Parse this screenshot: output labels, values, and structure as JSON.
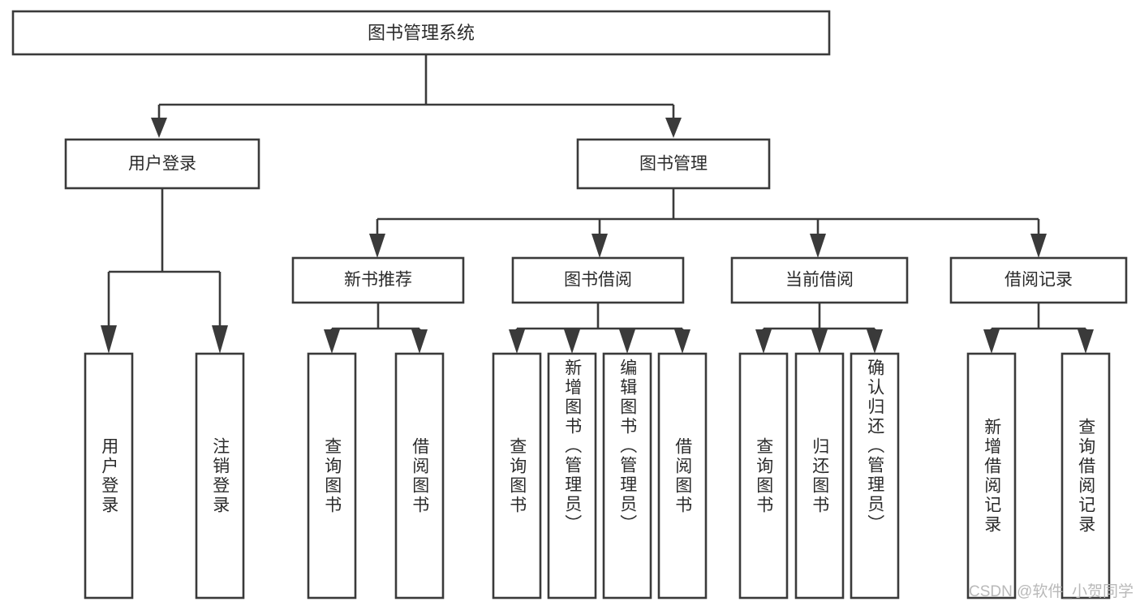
{
  "diagram": {
    "title": "图书管理系统",
    "type": "hierarchy-tree",
    "watermark": "CSDN @软件_小贺同学",
    "colors": {
      "background": "#ffffff",
      "box_fill": "#ffffff",
      "box_stroke": "#3a3a3a",
      "text": "#2b2b2b",
      "watermark": "#b9b9b9"
    },
    "root": {
      "label": "图书管理系统",
      "level": 0
    },
    "level1": [
      {
        "label": "用户登录",
        "level": 1
      },
      {
        "label": "图书管理",
        "level": 1
      }
    ],
    "level2": [
      {
        "label": "新书推荐",
        "level": 2,
        "parent": "图书管理"
      },
      {
        "label": "图书借阅",
        "level": 2,
        "parent": "图书管理"
      },
      {
        "label": "当前借阅",
        "level": 2,
        "parent": "图书管理"
      },
      {
        "label": "借阅记录",
        "level": 2,
        "parent": "图书管理"
      }
    ],
    "leaves": {
      "user_login": [
        {
          "label": "用户登录"
        },
        {
          "label": "注销登录"
        }
      ],
      "new_book_recommend": [
        {
          "label": "查询图书"
        },
        {
          "label": "借阅图书"
        }
      ],
      "book_borrow": [
        {
          "label": "查询图书"
        },
        {
          "label": "新增图书（管理员）"
        },
        {
          "label": "编辑图书（管理员）"
        },
        {
          "label": "借阅图书"
        }
      ],
      "current_borrow": [
        {
          "label": "查询图书"
        },
        {
          "label": "归还图书"
        },
        {
          "label": "确认归还（管理员）"
        }
      ],
      "borrow_records": [
        {
          "label": "新增借阅记录"
        },
        {
          "label": "查询借阅记录"
        }
      ]
    }
  }
}
